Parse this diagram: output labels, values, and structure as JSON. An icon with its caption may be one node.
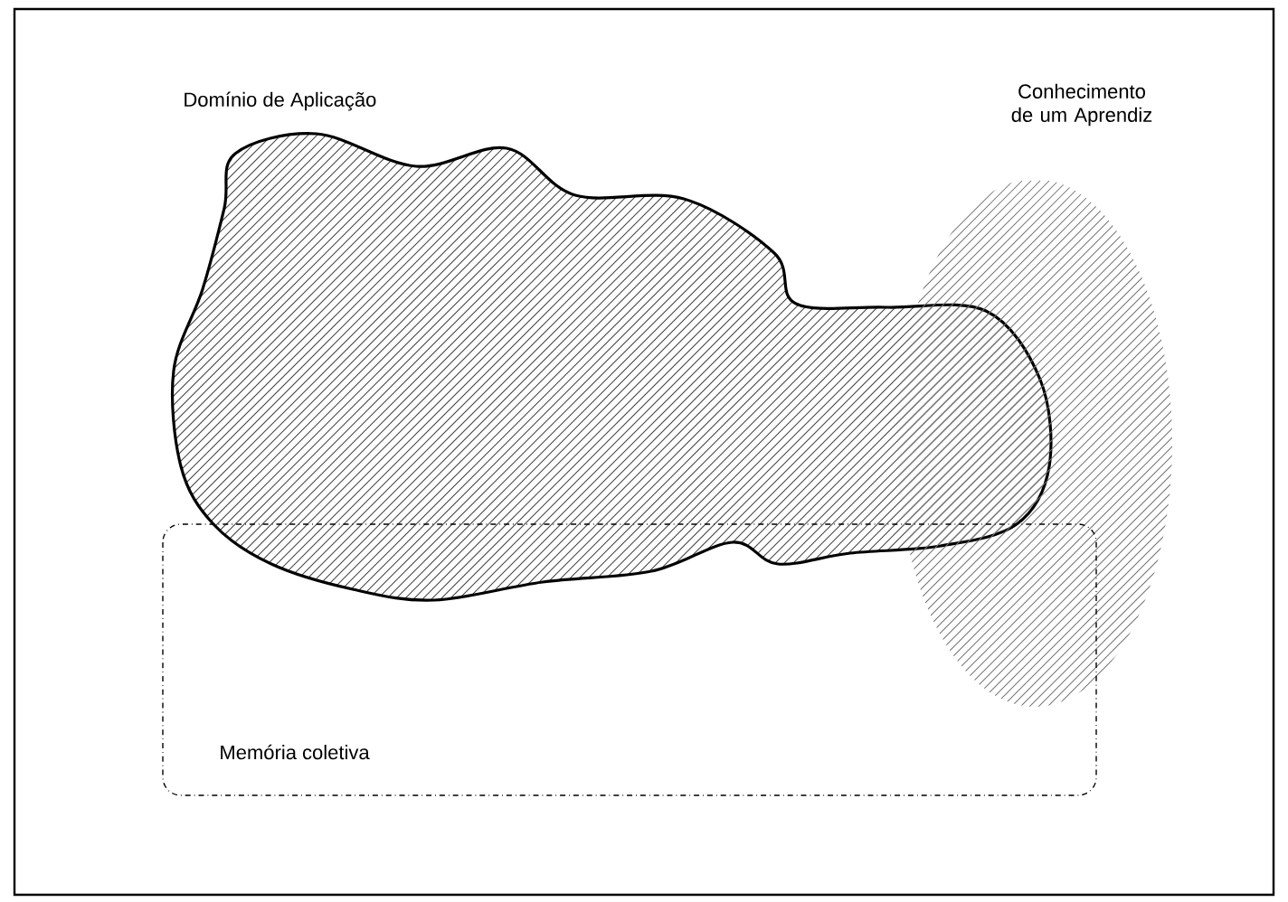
{
  "diagram": {
    "nodes": [
      {
        "text": [
          "Domínio de Aplicação"
        ]
      },
      {
        "text": [
          "Conhecimento de um Aprendiz"
        ]
      },
      {
        "text": [
          "Memória coletiva"
        ]
      }
    ],
    "edges": []
  }
}
